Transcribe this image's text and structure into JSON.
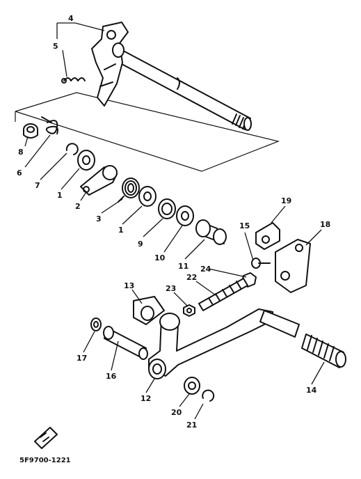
{
  "labels": {
    "p1a": "1",
    "p1b": "1",
    "p2": "2",
    "p3": "3",
    "p4": "4",
    "p5": "5",
    "p6": "6",
    "p7": "7",
    "p8": "8",
    "p9": "9",
    "p10": "10",
    "p11": "11",
    "p12": "12",
    "p13": "13",
    "p14": "14",
    "p15": "15",
    "p16": "16",
    "p17": "17",
    "p18": "18",
    "p19": "19",
    "p20": "20",
    "p21": "21",
    "p22": "22",
    "p23": "23",
    "p24": "24"
  },
  "reference_code": "5F9700-1221",
  "icons": {
    "front_indicator": "front-arrow-icon"
  }
}
